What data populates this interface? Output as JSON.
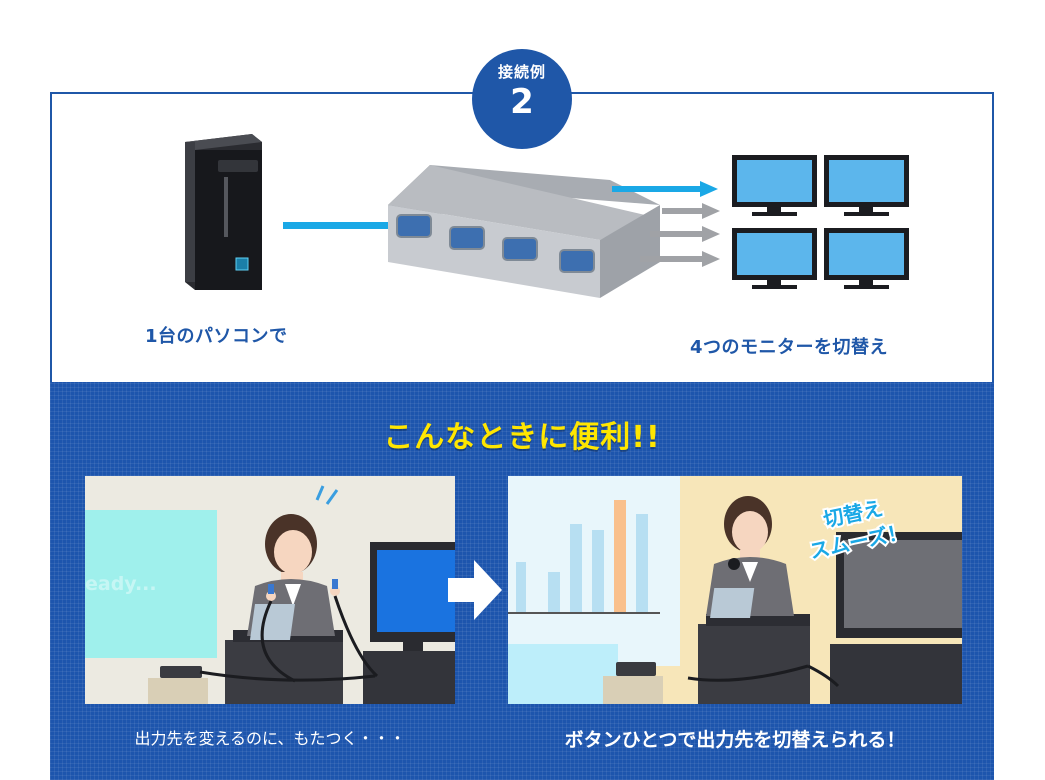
{
  "badge": {
    "label": "接続例",
    "number": "2"
  },
  "diagram": {
    "left_caption": "1台のパソコンで",
    "right_caption": "4つのモニターを切替え"
  },
  "headline": "こんなときに便利!!",
  "scenes": {
    "left": {
      "screen_text": "eady...",
      "caption": "出力先を変えるのに、もたつく・・・"
    },
    "right": {
      "bubble_line1": "切替え",
      "bubble_line2": "スムーズ！",
      "caption": "ボタンひとつで出力先を切替えられる！"
    }
  },
  "colors": {
    "brand_blue": "#1f57a8",
    "accent_yellow": "#ffe600",
    "cable_cyan": "#1aa8e6"
  }
}
